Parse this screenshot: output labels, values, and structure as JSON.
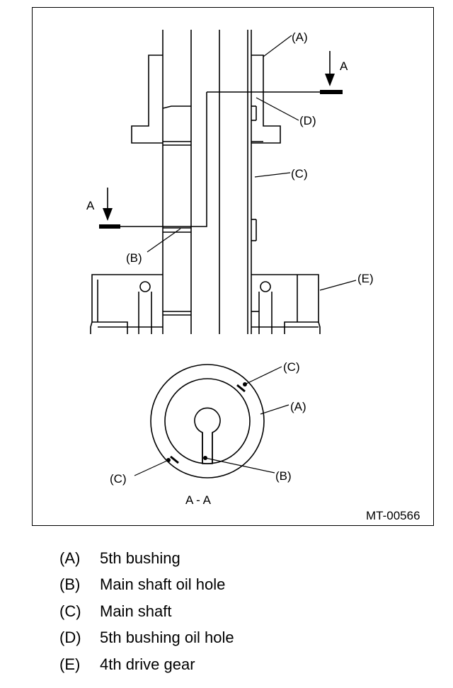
{
  "figure": {
    "id": "MT-00566",
    "section_label": "A - A",
    "section_marker": "A",
    "callouts": {
      "a_top": "(A)",
      "d": "(D)",
      "c_top": "(C)",
      "b_top": "(B)",
      "e": "(E)",
      "c_sec_top": "(C)",
      "a_sec": "(A)",
      "c_sec_left": "(C)",
      "b_sec": "(B)"
    }
  },
  "legend": [
    {
      "key": "(A)",
      "label": "5th bushing"
    },
    {
      "key": "(B)",
      "label": "Main shaft oil hole"
    },
    {
      "key": "(C)",
      "label": "Main shaft"
    },
    {
      "key": "(D)",
      "label": "5th bushing oil hole"
    },
    {
      "key": "(E)",
      "label": "4th drive gear"
    }
  ]
}
